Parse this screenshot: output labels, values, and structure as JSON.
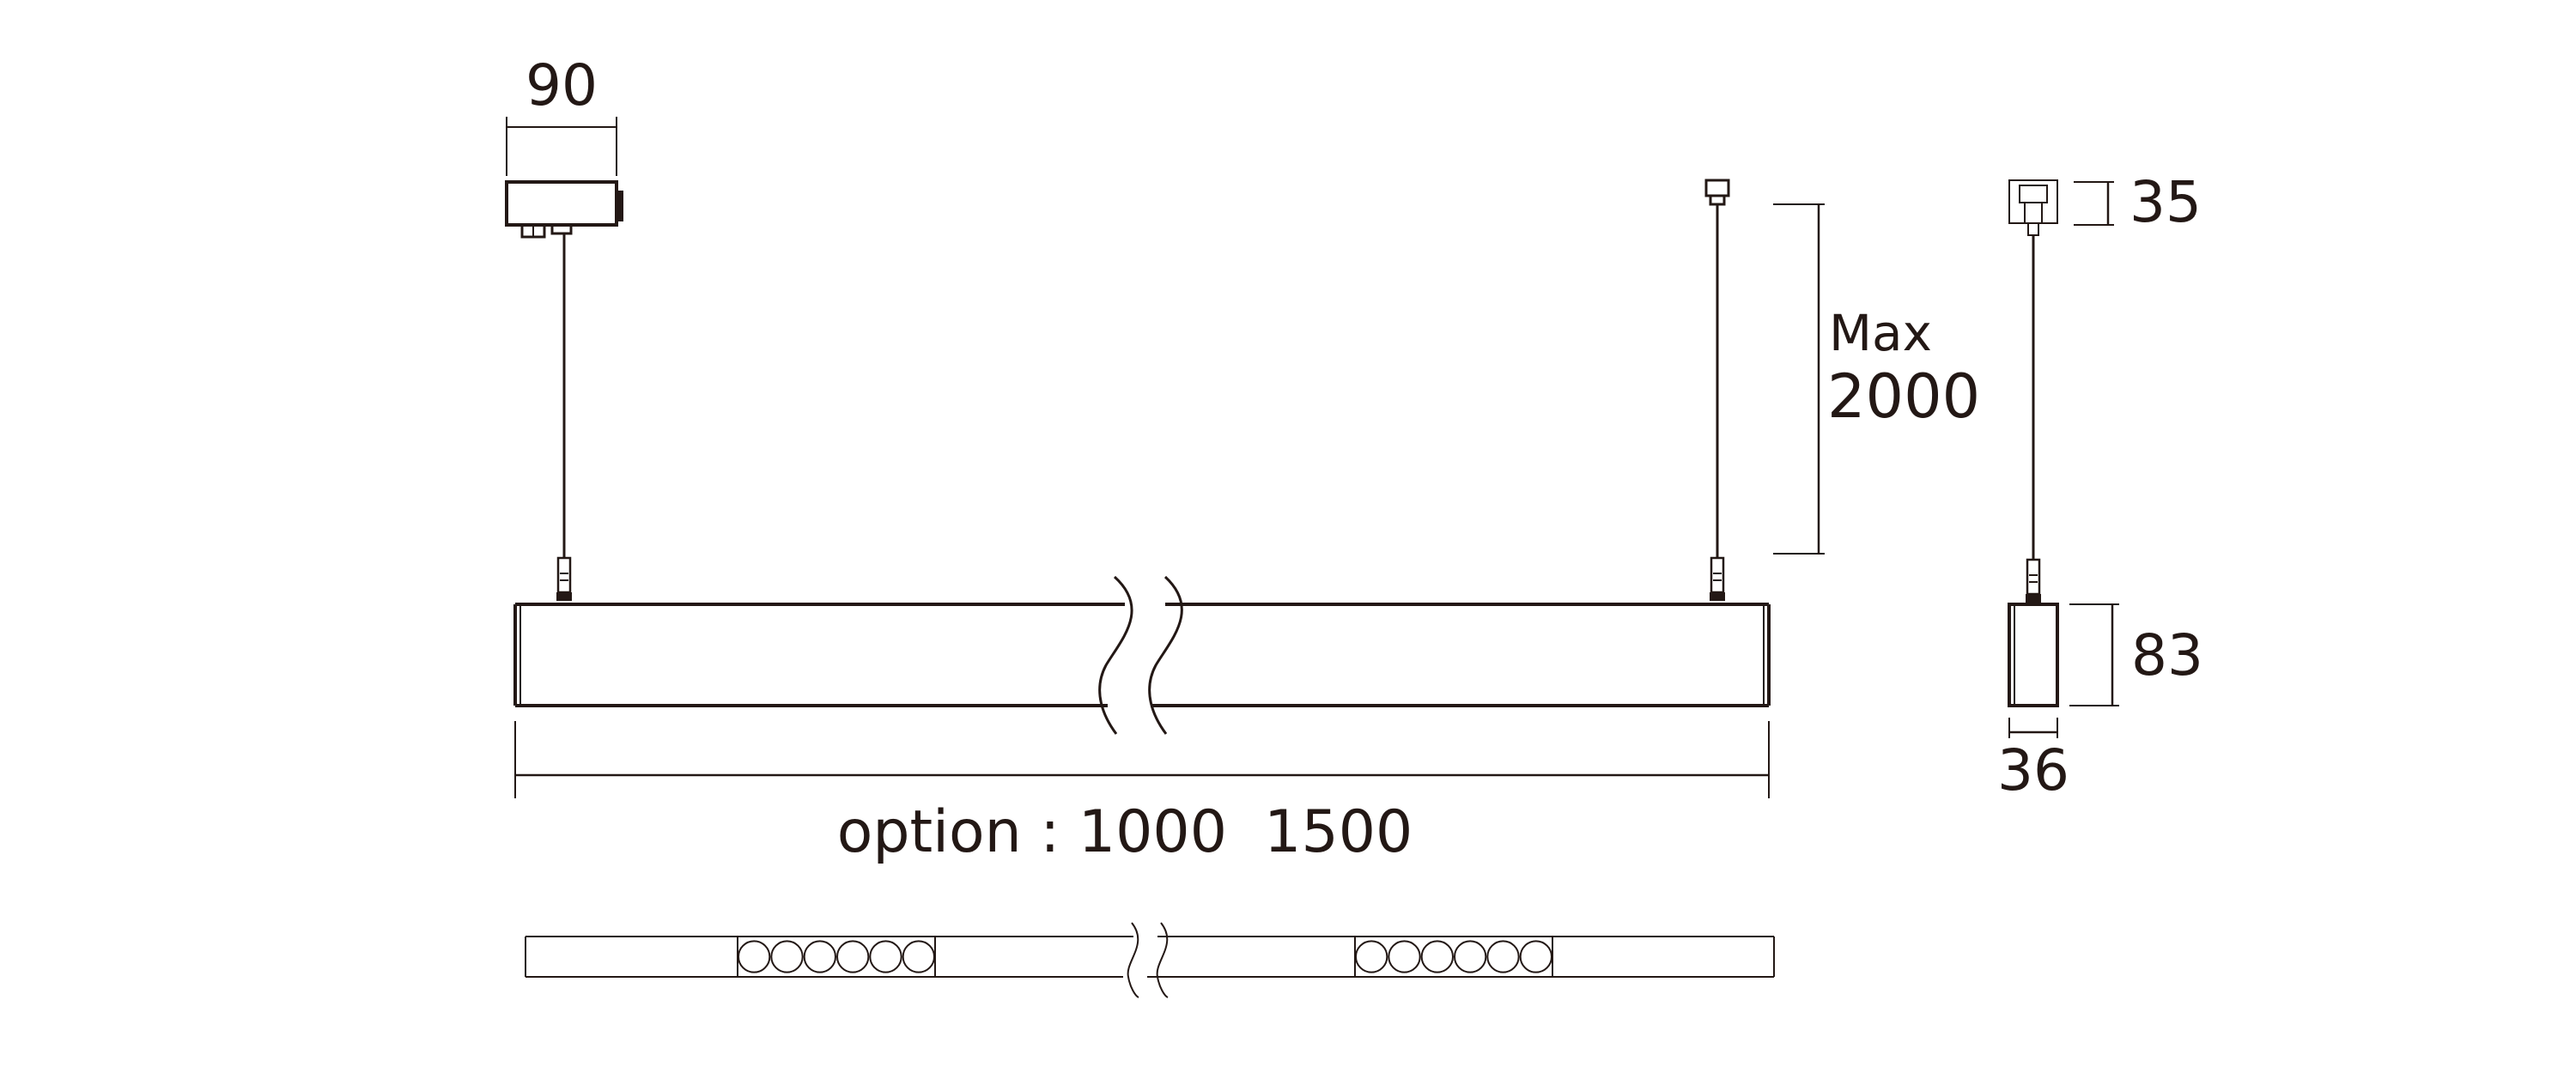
{
  "colors": {
    "ink": "#231815",
    "background": "#ffffff"
  },
  "dimensions": {
    "adapter_width": "90",
    "suspension_label_line1": "Max",
    "suspension_label_line2": "2000",
    "side_top_height": "35",
    "body_height": "83",
    "body_width": "36",
    "length_options": "option : 1000  1500"
  },
  "bottom_view": {
    "lens_groups": [
      {
        "lens_count": 6
      },
      {
        "lens_count": 6
      }
    ]
  }
}
